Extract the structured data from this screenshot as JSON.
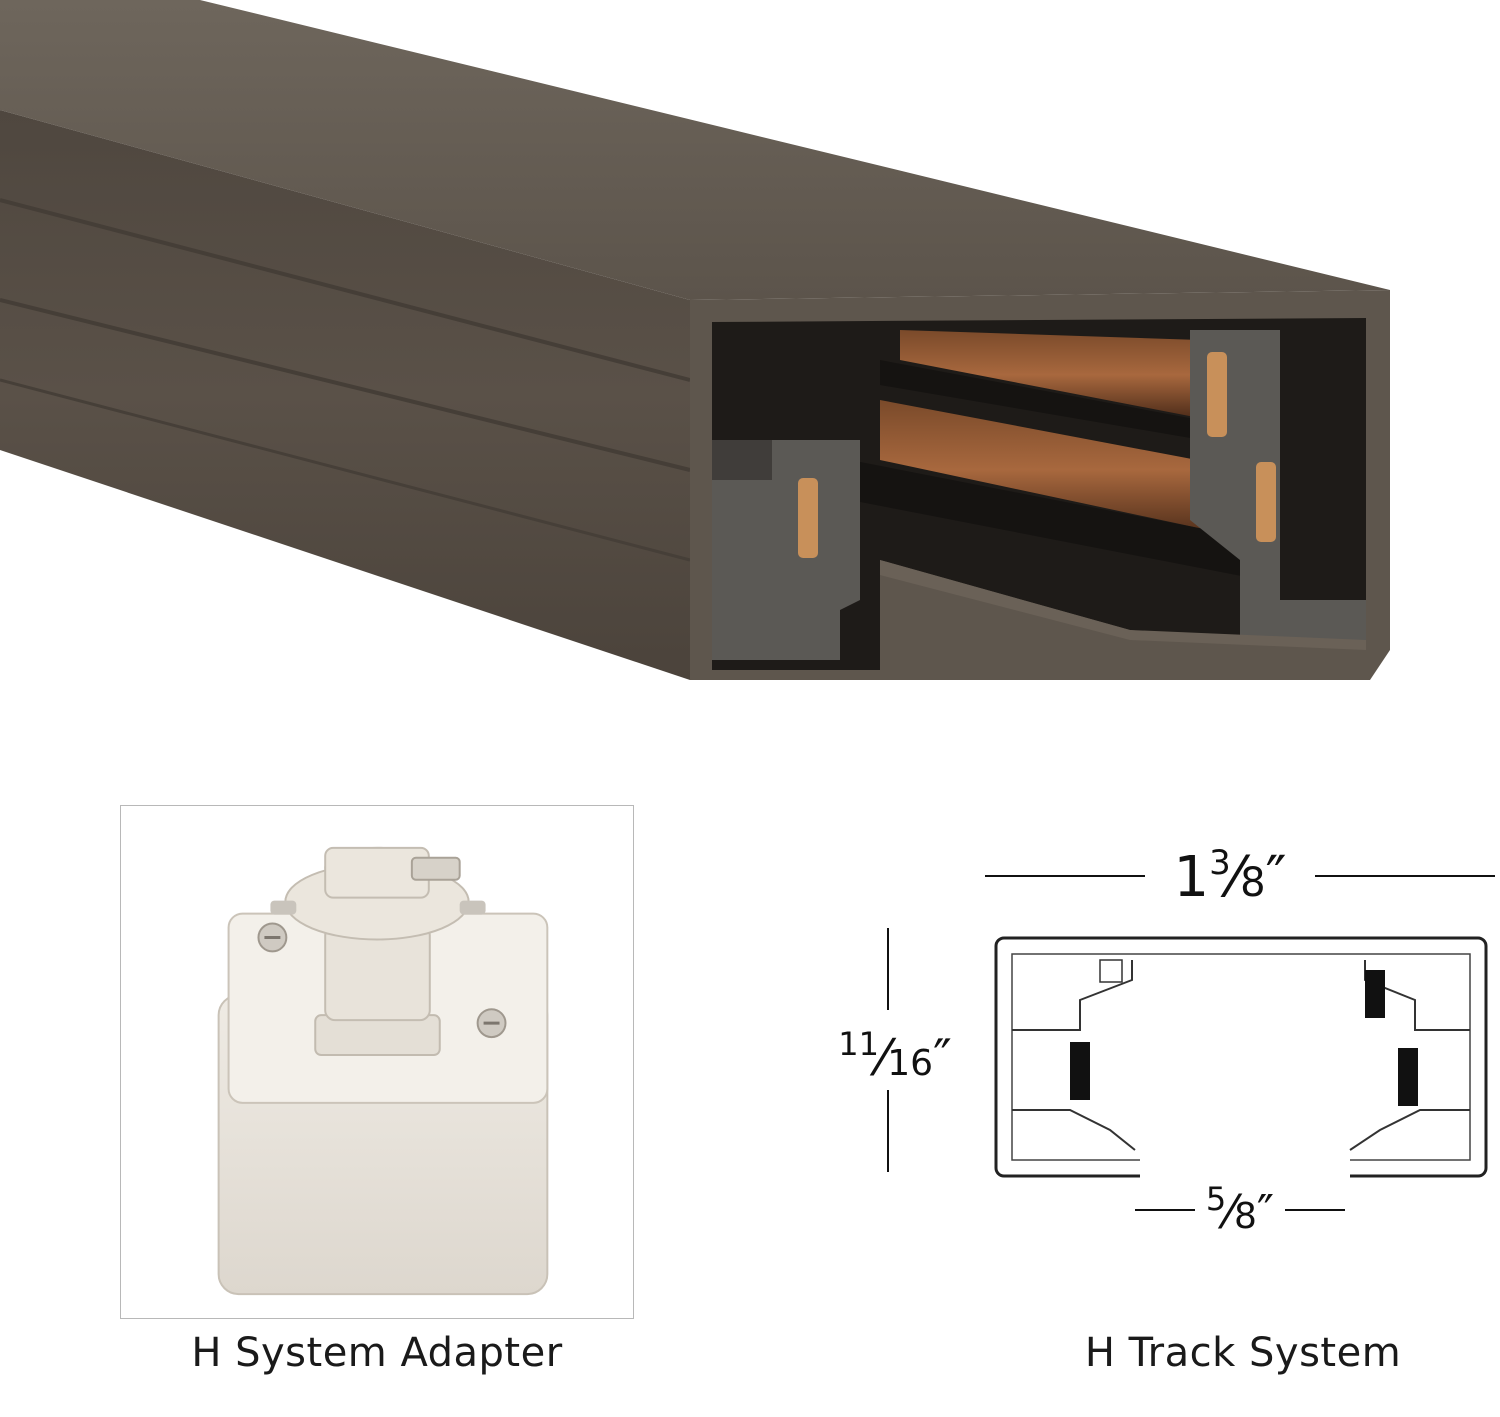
{
  "product": {
    "track_color": "#5a5148",
    "track_contact_color": "#c8905a",
    "adapter_color": "#ece7df"
  },
  "adapter_panel": {
    "caption": "H System Adapter",
    "icon": "track-adapter-photo"
  },
  "diagram_panel": {
    "caption": "H Track System",
    "icon": "track-cross-section-diagram",
    "dimensions": {
      "width": {
        "whole": "1",
        "numerator": "3",
        "denominator": "8",
        "unit": "″"
      },
      "height": {
        "numerator": "11",
        "denominator": "16",
        "unit": "″"
      },
      "opening": {
        "numerator": "5",
        "denominator": "8",
        "unit": "″"
      }
    }
  }
}
